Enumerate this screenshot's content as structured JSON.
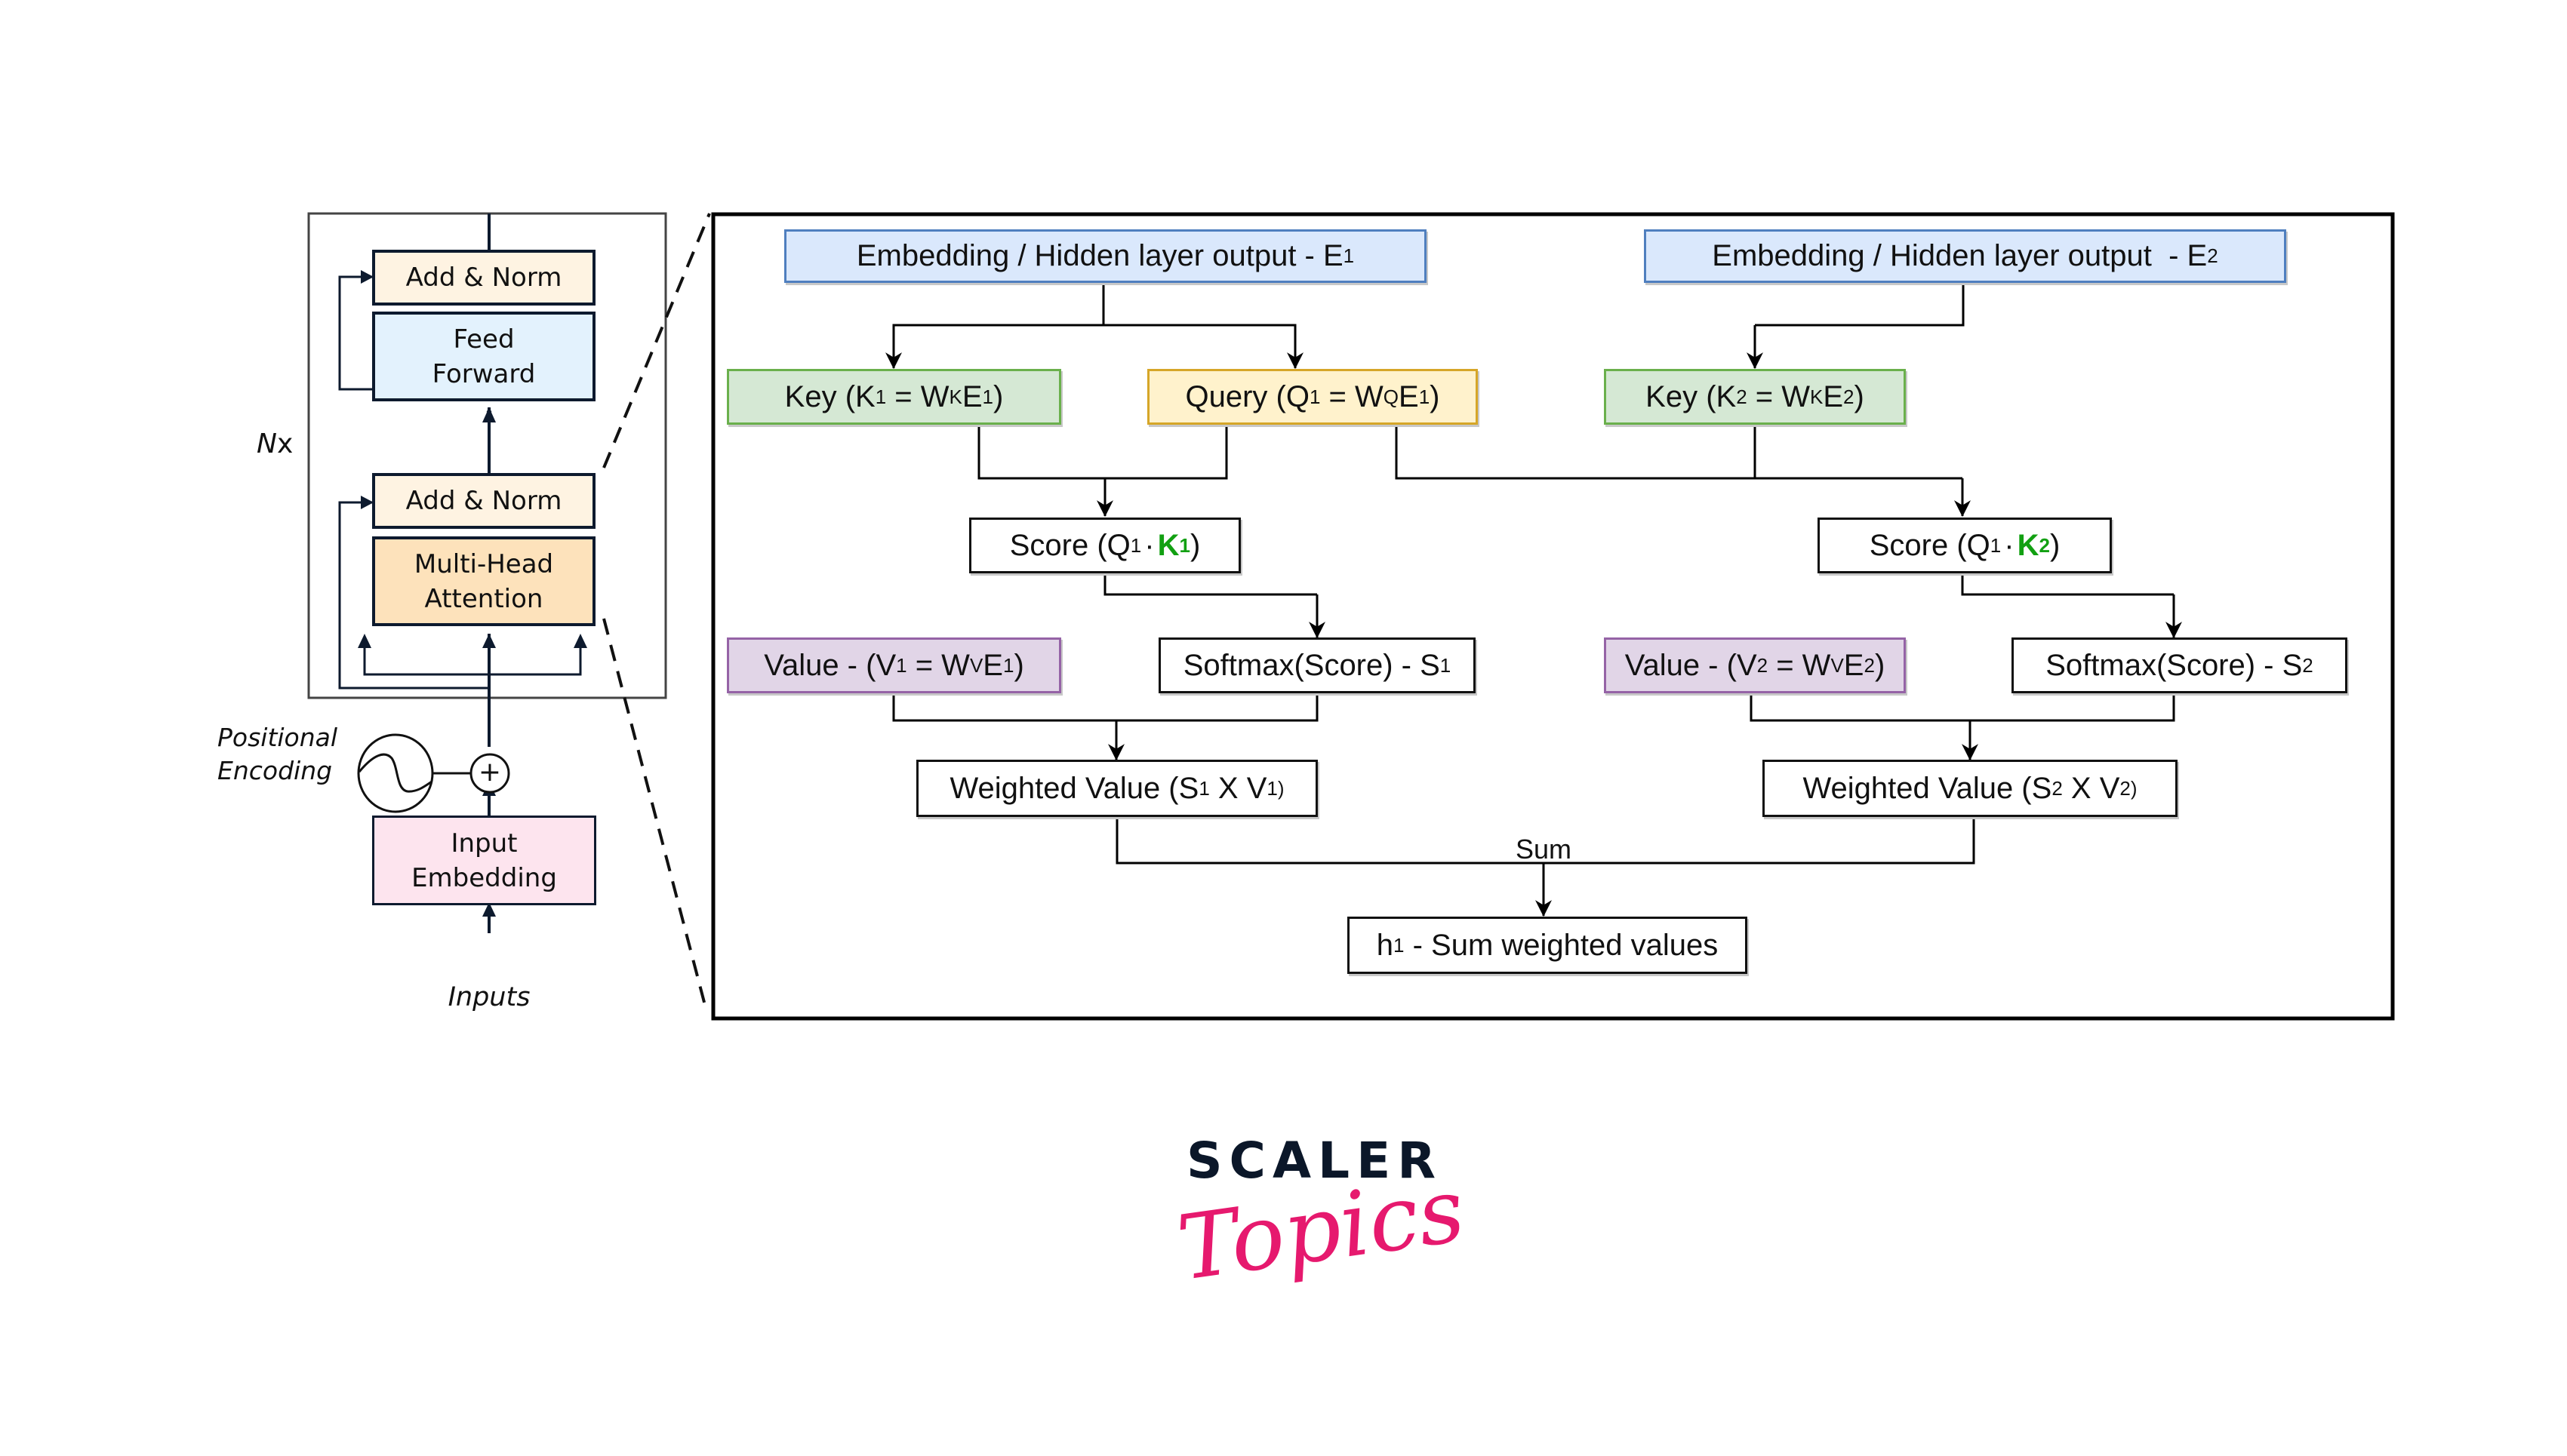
{
  "encoder": {
    "repeat_label_n": "N",
    "repeat_label_x": "x",
    "add_norm_top": "Add & Norm",
    "feed_forward": [
      "Feed",
      "Forward"
    ],
    "add_norm_bottom": "Add & Norm",
    "multi_head_attention": [
      "Multi-Head",
      "Attention"
    ],
    "positional_encoding": [
      "Positional",
      "Encoding"
    ],
    "input_embedding": [
      "Input",
      "Embedding"
    ],
    "inputs_label": "Inputs",
    "plus_symbol": "+",
    "colors": {
      "add_norm": "#fef3e2",
      "feed_forward": "#e3f2fd",
      "multi_head_attention": "#fde2bb",
      "input_embedding": "#fde4ee"
    }
  },
  "attention": {
    "embedding_1": {
      "text": "Embedding / Hidden layer output - E",
      "sub": "1"
    },
    "embedding_2": {
      "text": "Embedding / Hidden layer output  - E",
      "sub": "2"
    },
    "key_1": {
      "prefix": "Key (K",
      "sub1": "1",
      "mid": " = W",
      "sup": "K",
      "e": "E",
      "sub2": "1",
      "suffix": ")"
    },
    "query_1": {
      "prefix": "Query (Q",
      "sub1": "1",
      "mid": " = W",
      "sup": "Q",
      "e": "E",
      "sub2": "1",
      "suffix": ")"
    },
    "key_2": {
      "prefix": "Key (K",
      "sub1": "2",
      "mid": " = W",
      "sup": "K",
      "e": "E",
      "sub2": "2",
      "suffix": ")"
    },
    "score_1": {
      "prefix": "Score (Q",
      "sub_q": "1",
      "dot": "·",
      "k": "K",
      "sub_k": "1",
      "suffix": ")"
    },
    "score_2": {
      "prefix": "Score (Q",
      "sub_q": "1",
      "dot": "·",
      "k": "K",
      "sub_k": "2",
      "suffix": ")"
    },
    "value_1": {
      "prefix": "Value - (V",
      "sub1": "1",
      "mid": " = W",
      "sup": "V",
      "e": "E",
      "sub2": "1",
      "suffix": ")"
    },
    "value_2": {
      "prefix": "Value - (V",
      "sub1": "2",
      "mid": " = W",
      "sup": "V",
      "e": "E",
      "sub2": "2",
      "suffix": ")"
    },
    "softmax_1": {
      "text": "Softmax(Score) - S",
      "sub": "1"
    },
    "softmax_2": {
      "text": "Softmax(Score) - S",
      "sub": "2"
    },
    "weighted_1": {
      "prefix": "Weighted Value (S",
      "sub_s": "1",
      "mid": " X V",
      "sub_v": "1)"
    },
    "weighted_2": {
      "prefix": "Weighted Value (S",
      "sub_s": "2",
      "mid": " X V",
      "sub_v": "2)"
    },
    "sum_label": "Sum",
    "output": {
      "h": "h",
      "sub": "1",
      "text": " - Sum weighted values"
    },
    "colors": {
      "embedding": "#dae8fc",
      "key": "#d5e8d4",
      "query": "#fff2cc",
      "value": "#e1d5e7",
      "highlight_green": "#12a012"
    }
  },
  "logo": {
    "brand": "SCALER",
    "sub_brand": "Topics",
    "brand_color": "#0b1729",
    "sub_brand_color": "#e6196e"
  }
}
